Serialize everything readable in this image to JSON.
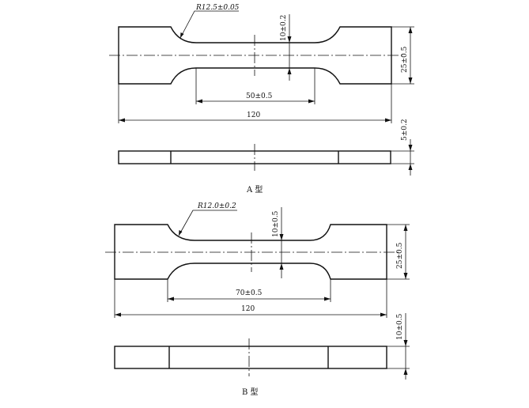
{
  "type_a": {
    "caption": "A 型",
    "radius": "R12.5±0.05",
    "gauge_width": "10±0.2",
    "gauge_length": "50±0.5",
    "total_length": "120",
    "end_width": "25±0.5",
    "thickness": "5±0.2"
  },
  "type_b": {
    "caption": "B 型",
    "radius": "R12.0±0.2",
    "gauge_width": "10±0.5",
    "gauge_length": "70±0.5",
    "total_length": "120",
    "end_width": "25±0.5",
    "thickness": "10±0.5"
  }
}
